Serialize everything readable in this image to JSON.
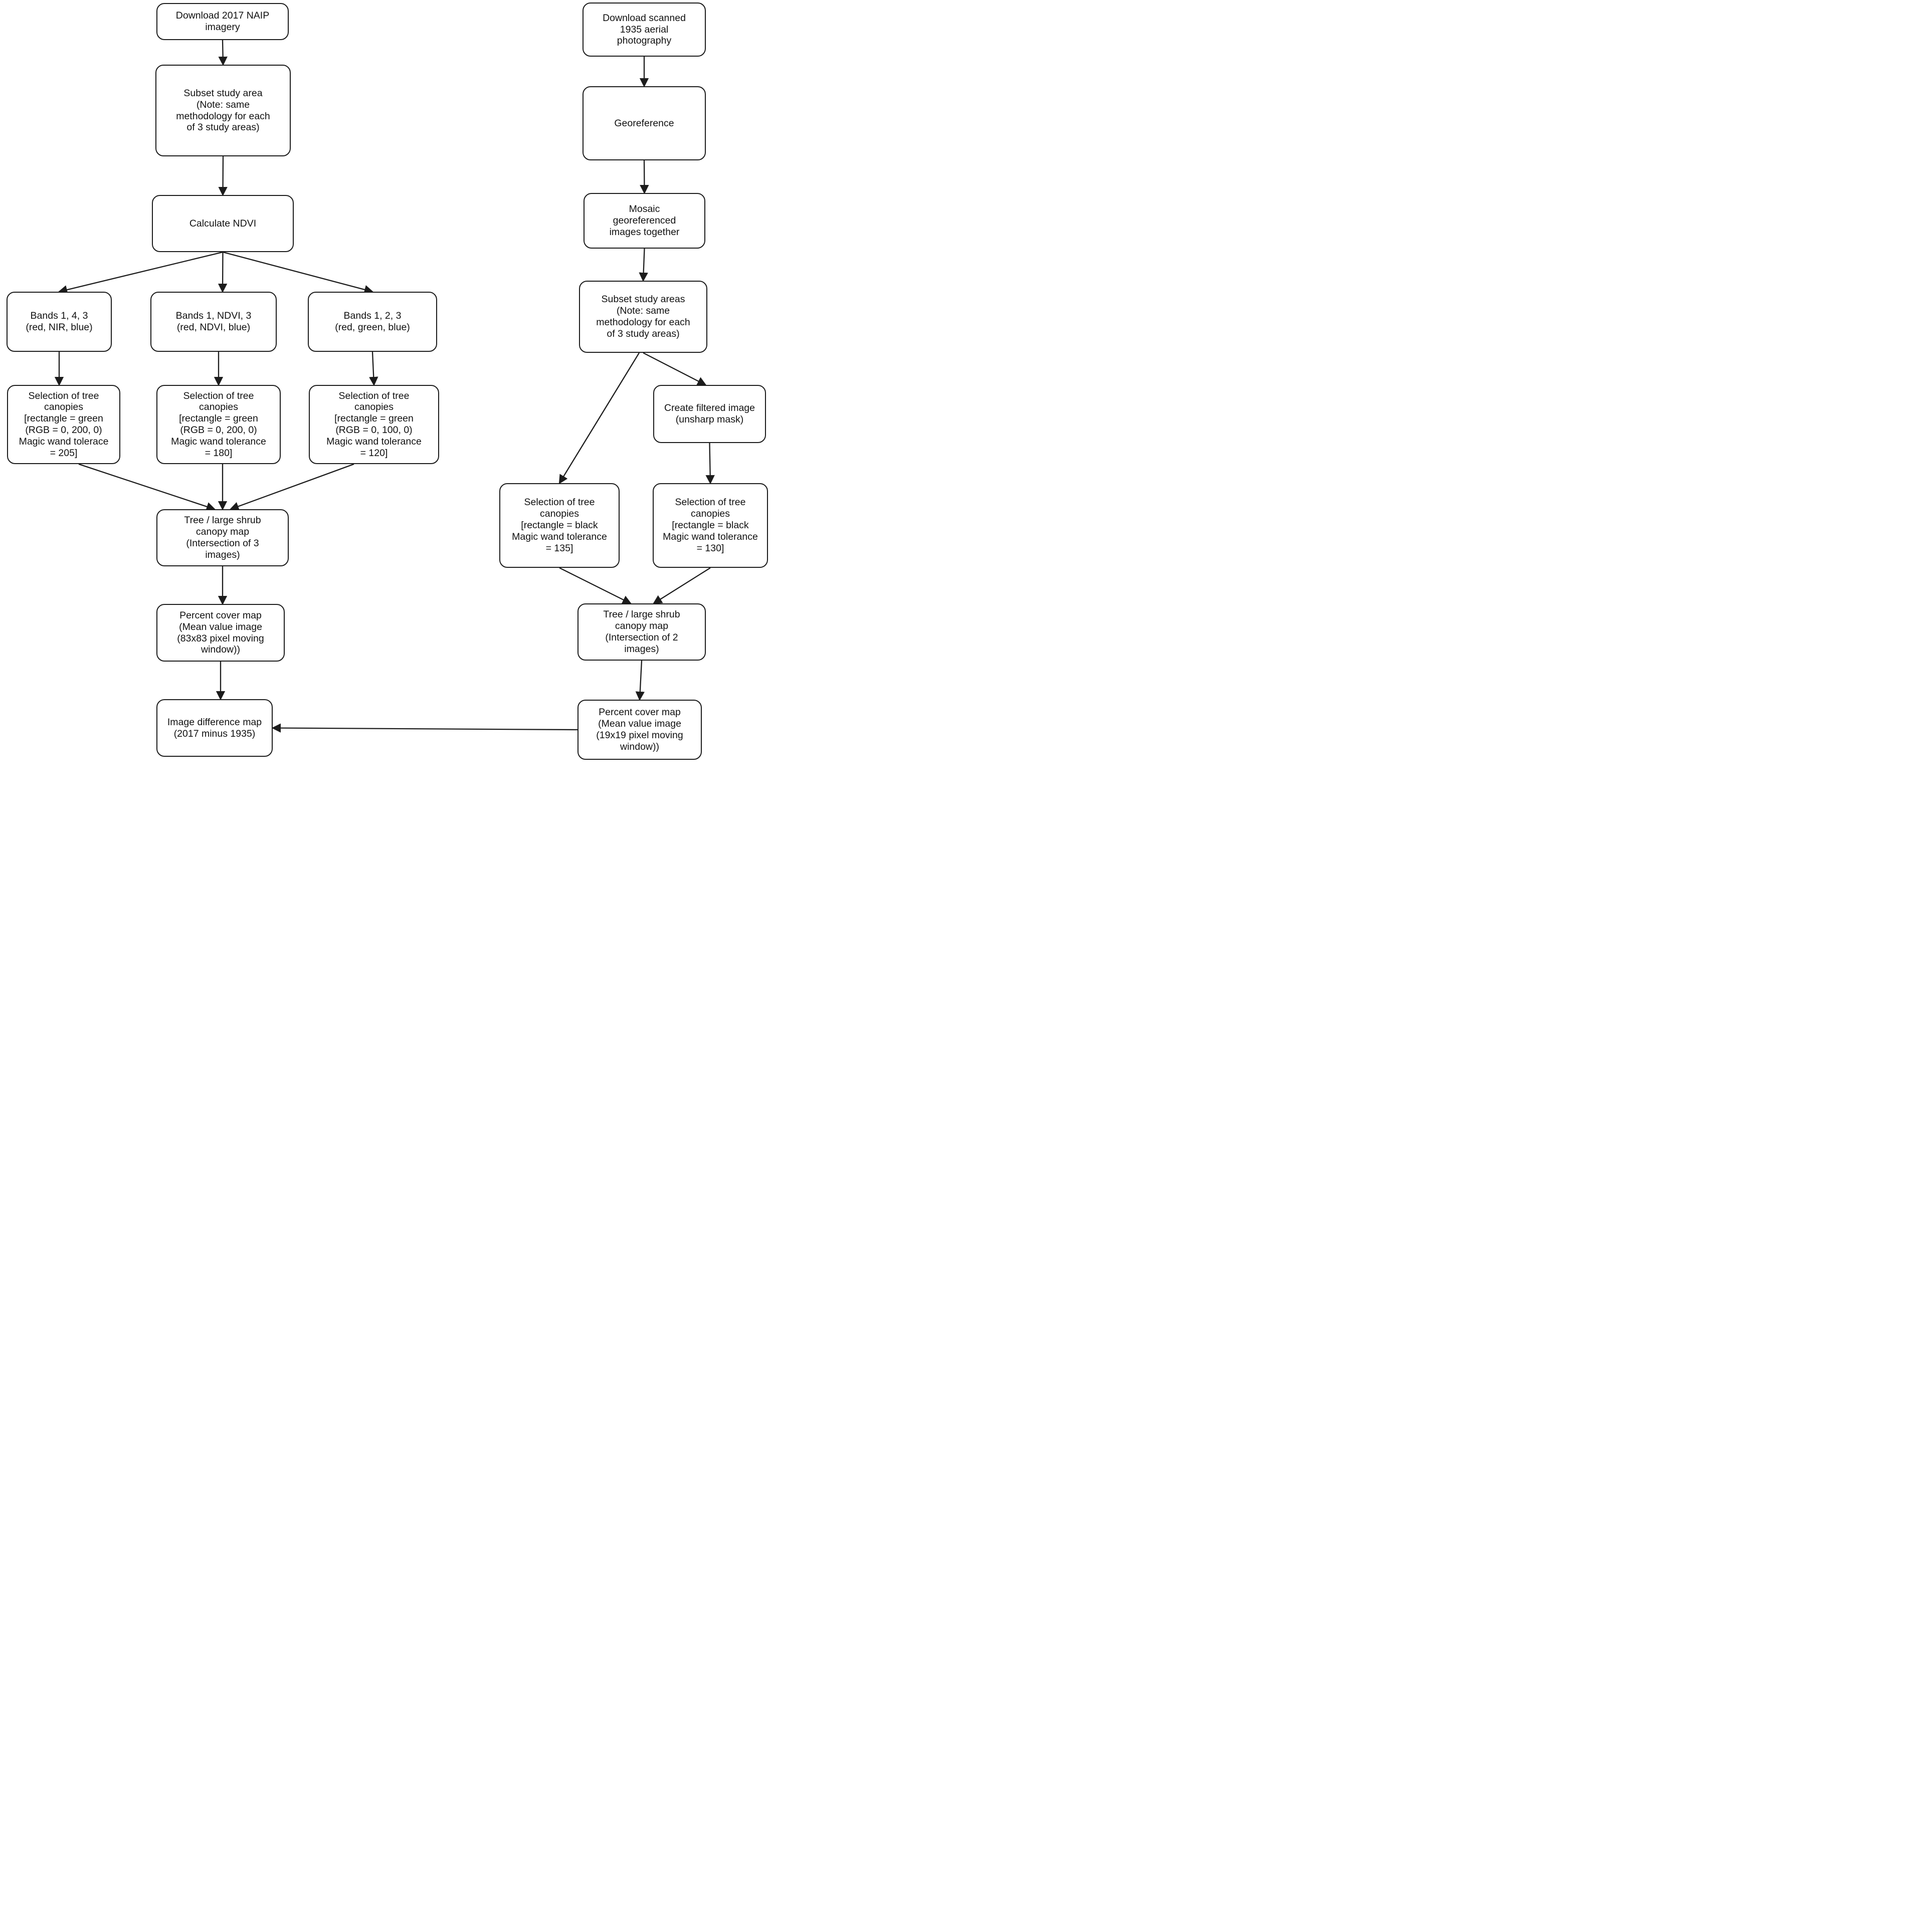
{
  "diagram": {
    "background_color": "#ffffff",
    "stroke_color": "#1c1c1c",
    "box_fill_color": "#ffffff",
    "nodes": {
      "download_naip": {
        "label": "Download 2017 NAIP\nimagery"
      },
      "subset_study_area": {
        "label": "Subset study area\n(Note: same\nmethodology for each\nof 3 study areas)"
      },
      "calculate_ndvi": {
        "label": "Calculate NDVI"
      },
      "bands_1_4_3": {
        "label": "Bands 1, 4, 3\n(red, NIR, blue)"
      },
      "bands_1_ndvi_3": {
        "label": "Bands 1, NDVI, 3\n(red, NDVI, blue)"
      },
      "bands_1_2_3": {
        "label": "Bands 1, 2, 3\n(red, green, blue)"
      },
      "sel_green_205": {
        "label": "Selection of tree\ncanopies\n[rectangle = green\n(RGB = 0, 200, 0)\nMagic wand tolerace\n= 205]"
      },
      "sel_green_180": {
        "label": "Selection of tree\ncanopies\n[rectangle = green\n(RGB = 0, 200, 0)\nMagic wand tolerance\n= 180]"
      },
      "sel_green_120": {
        "label": "Selection of tree\ncanopies\n[rectangle = green\n(RGB = 0, 100, 0)\nMagic wand tolerance\n= 120]"
      },
      "tree_canopy_map_3": {
        "label": "Tree / large shrub\ncanopy map\n(Intersection of 3\nimages)"
      },
      "percent_cover_83": {
        "label": "Percent cover map\n(Mean value image\n(83x83 pixel moving\nwindow))"
      },
      "image_difference": {
        "label": "Image difference map\n(2017 minus 1935)"
      },
      "download_1935": {
        "label": "Download scanned\n1935 aerial\nphotography"
      },
      "georeference": {
        "label": "Georeference"
      },
      "mosaic": {
        "label": "Mosaic\ngeoreferenced\nimages together"
      },
      "subset_study_areas": {
        "label": "Subset study areas\n(Note: same\nmethodology for each\nof 3 study areas)"
      },
      "create_filtered": {
        "label": "Create filtered image\n(unsharp mask)"
      },
      "sel_black_135": {
        "label": "Selection of tree\ncanopies\n[rectangle = black\nMagic wand tolerance\n= 135]"
      },
      "sel_black_130": {
        "label": "Selection of tree\ncanopies\n[rectangle = black\nMagic wand tolerance\n= 130]"
      },
      "tree_canopy_map_2": {
        "label": "Tree / large shrub\ncanopy map\n(Intersection of 2\nimages)"
      },
      "percent_cover_19": {
        "label": "Percent cover map\n(Mean value image\n(19x19 pixel moving\nwindow))"
      }
    },
    "edges": [
      {
        "from": "download_naip",
        "to": "subset_study_area"
      },
      {
        "from": "subset_study_area",
        "to": "calculate_ndvi"
      },
      {
        "from": "calculate_ndvi",
        "to": "bands_1_4_3"
      },
      {
        "from": "calculate_ndvi",
        "to": "bands_1_ndvi_3",
        "to_dx": 18
      },
      {
        "from": "calculate_ndvi",
        "to": "bands_1_2_3"
      },
      {
        "from": "bands_1_4_3",
        "to": "sel_green_205",
        "to_dx": -9
      },
      {
        "from": "bands_1_ndvi_3",
        "to": "sel_green_180",
        "from_dx": 10
      },
      {
        "from": "bands_1_2_3",
        "to": "sel_green_120"
      },
      {
        "from": "sel_green_205",
        "to": "tree_canopy_map_3",
        "from_dx": 30,
        "to_dx": -16
      },
      {
        "from": "sel_green_180",
        "to": "tree_canopy_map_3",
        "from_dx": 8
      },
      {
        "from": "sel_green_120",
        "to": "tree_canopy_map_3",
        "from_dx": -40,
        "to_dx": 16
      },
      {
        "from": "tree_canopy_map_3",
        "to": "percent_cover_83",
        "to_dx": 4
      },
      {
        "from": "percent_cover_83",
        "to": "image_difference",
        "to_dx": 12
      },
      {
        "from": "download_1935",
        "to": "georeference"
      },
      {
        "from": "georeference",
        "to": "mosaic"
      },
      {
        "from": "mosaic",
        "to": "subset_study_areas"
      },
      {
        "from": "subset_study_areas",
        "to": "sel_black_135",
        "from_dx": -8
      },
      {
        "from": "subset_study_areas",
        "to": "create_filtered",
        "to_dx": -8
      },
      {
        "from": "create_filtered",
        "to": "sel_black_130"
      },
      {
        "from": "sel_black_135",
        "to": "tree_canopy_map_2",
        "to_dx": -22
      },
      {
        "from": "sel_black_130",
        "to": "tree_canopy_map_2",
        "to_dx": 24
      },
      {
        "from": "tree_canopy_map_2",
        "to": "percent_cover_19"
      },
      {
        "from": "percent_cover_19",
        "to": "image_difference",
        "from_anchor": "left",
        "to_anchor": "right"
      }
    ]
  }
}
